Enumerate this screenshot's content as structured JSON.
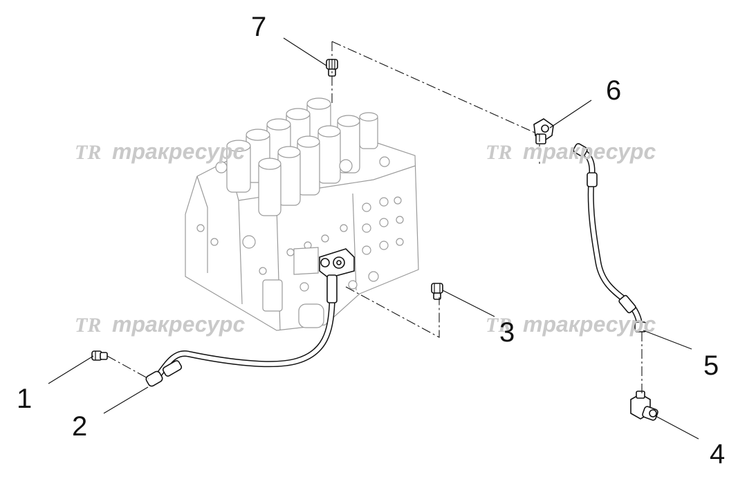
{
  "watermark": {
    "logo": "TR",
    "text": "тракресурс"
  },
  "callouts": [
    "1",
    "2",
    "3",
    "4",
    "5",
    "6",
    "7"
  ],
  "colors": {
    "line": "#111111",
    "faint_line": "#9a9a9a",
    "watermark": "#c9c9c9",
    "background": "#ffffff"
  }
}
